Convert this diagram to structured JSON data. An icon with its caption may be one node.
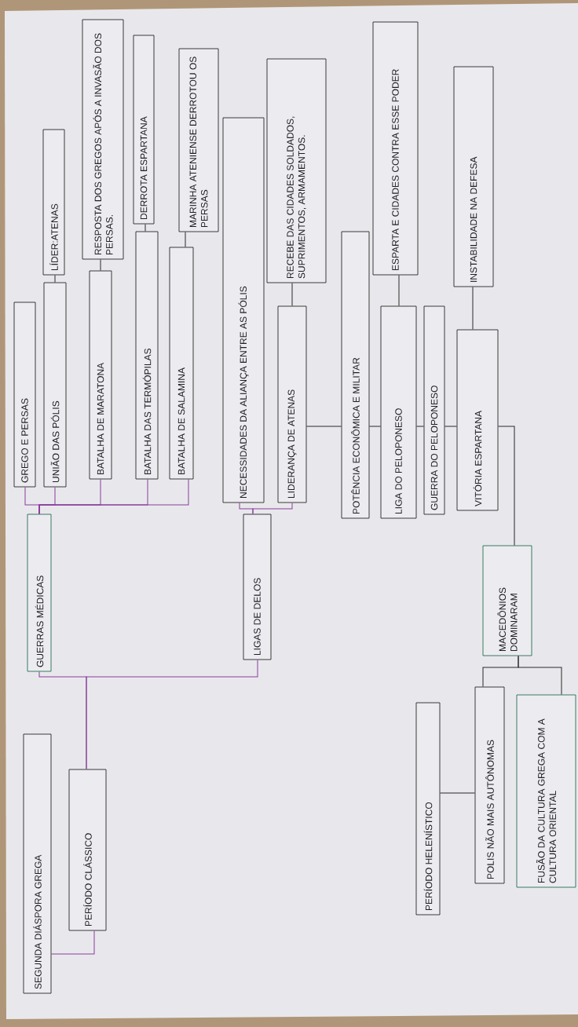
{
  "diagram": {
    "nodes": [
      {
        "text": [
          "SEGUNDA DIÁSPORA GREGA"
        ]
      },
      {
        "text": [
          "PERÍODO CLÁSSICO"
        ]
      },
      {
        "text": [
          "GUERRAS MÉDICAS"
        ]
      },
      {
        "text": [
          "GREGO E PERSAS"
        ]
      },
      {
        "text": [
          "UNIÃO DAS PÓLIS"
        ]
      },
      {
        "text": [
          "LÍDER:ATENAS"
        ]
      },
      {
        "text": [
          "BATALHA DE MARATONA"
        ]
      },
      {
        "text": [
          "RESPOSTA DOS GREGOS APÓS A INVASÃO DOS PERSAS."
        ]
      },
      {
        "text": [
          "BATALHA DAS TERMÓPILAS"
        ]
      },
      {
        "text": [
          "DERROTA ESPARTANA"
        ]
      },
      {
        "text": [
          "BATALHA DE SALAMINA"
        ]
      },
      {
        "text": [
          "MARINHA ATENIENSE DERROTOU OS PERSAS"
        ]
      },
      {
        "text": [
          "LIGAS DE DELOS"
        ]
      },
      {
        "text": [
          "NECESSIDADES DA ALIANÇA ENTRE AS PÓLIS"
        ]
      },
      {
        "text": [
          "LIDERANÇA DE ATENAS"
        ]
      },
      {
        "text": [
          "RECEBE DAS CIDADES SOLDADOS, SUPRIMENTOS, ARMAMENTOS."
        ]
      },
      {
        "text": [
          "POTÊNCIA ECONÔMICA E MILITAR"
        ]
      },
      {
        "text": [
          "LIGA DO PELOPONESO"
        ]
      },
      {
        "text": [
          "ESPARTA E CIDADES CONTRA ESSE PODER"
        ]
      },
      {
        "text": [
          "GUERRA DO PELOPONESO"
        ]
      },
      {
        "text": [
          "VITÓRIA ESPARTANA"
        ]
      },
      {
        "text": [
          "INSTABILIDADE NA DEFESA"
        ]
      },
      {
        "text": [
          "MACEDÔNIOS DOMINARAM"
        ]
      },
      {
        "text": [
          "PERÍODO HELENÍSTICO"
        ]
      },
      {
        "text": [
          "POLIS NÃO MAIS AUTÔNOMAS"
        ]
      },
      {
        "text": [
          "FUSÃO DA CULTURA GREGA COM A CULTURA ORIENTAL"
        ]
      }
    ],
    "edges": [
      {
        "from": 0,
        "to": 1,
        "arrow": "none",
        "color": "#8a3c9a"
      },
      {
        "from": 1,
        "to": 2,
        "arrow": "none",
        "color": "#8a3c9a"
      },
      {
        "from": 1,
        "to": 12,
        "arrow": "none",
        "color": "#8a3c9a"
      },
      {
        "from": 2,
        "to": 3,
        "arrow": "none",
        "color": "#8a3c9a"
      },
      {
        "from": 2,
        "to": 4,
        "arrow": "none",
        "color": "#8a3c9a"
      },
      {
        "from": 2,
        "to": 6,
        "arrow": "none",
        "color": "#8a3c9a"
      },
      {
        "from": 2,
        "to": 8,
        "arrow": "none",
        "color": "#8a3c9a"
      },
      {
        "from": 2,
        "to": 10,
        "arrow": "none",
        "color": "#8a3c9a"
      },
      {
        "from": 4,
        "to": 5,
        "arrow": "none"
      },
      {
        "from": 6,
        "to": 7,
        "arrow": "none"
      },
      {
        "from": 8,
        "to": 9,
        "arrow": "none"
      },
      {
        "from": 10,
        "to": 11,
        "arrow": "none"
      },
      {
        "from": 12,
        "to": 13,
        "arrow": "none",
        "color": "#8a3c9a"
      },
      {
        "from": 12,
        "to": 14,
        "arrow": "none",
        "color": "#8a3c9a"
      },
      {
        "from": 14,
        "to": 15,
        "arrow": "none"
      },
      {
        "from": 14,
        "to": 16,
        "arrow": "none"
      },
      {
        "from": 16,
        "to": 17,
        "arrow": "none"
      },
      {
        "from": 17,
        "to": 19,
        "arrow": "none"
      },
      {
        "from": 19,
        "to": 20,
        "arrow": "none"
      },
      {
        "from": 17,
        "to": 18,
        "arrow": "none"
      },
      {
        "from": 20,
        "to": 21,
        "arrow": "none"
      },
      {
        "from": 20,
        "to": 22,
        "arrow": "none"
      },
      {
        "from": 22,
        "to": 24,
        "arrow": "none"
      },
      {
        "from": 22,
        "to": 25,
        "arrow": "none"
      },
      {
        "from": 23,
        "to": 24,
        "arrow": "none"
      }
    ]
  }
}
